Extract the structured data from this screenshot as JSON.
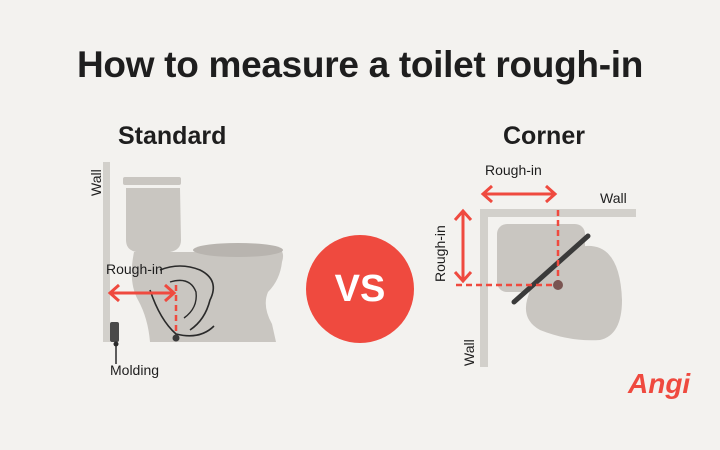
{
  "title": "How to measure a toilet rough-in",
  "standard": {
    "heading": "Standard",
    "wall_label": "Wall",
    "rough_in_label": "Rough-in",
    "molding_label": "Molding"
  },
  "versus": "VS",
  "corner": {
    "heading": "Corner",
    "rough_in_top_label": "Rough-in",
    "wall_top_label": "Wall",
    "rough_in_side_label": "Rough-in",
    "wall_bottom_label": "Wall"
  },
  "logo_text": "Angi",
  "colors": {
    "accent": "#ef4a3f",
    "toilet": "#c9c6c1",
    "wall": "#d2d0cb",
    "text": "#1e1e1e"
  }
}
